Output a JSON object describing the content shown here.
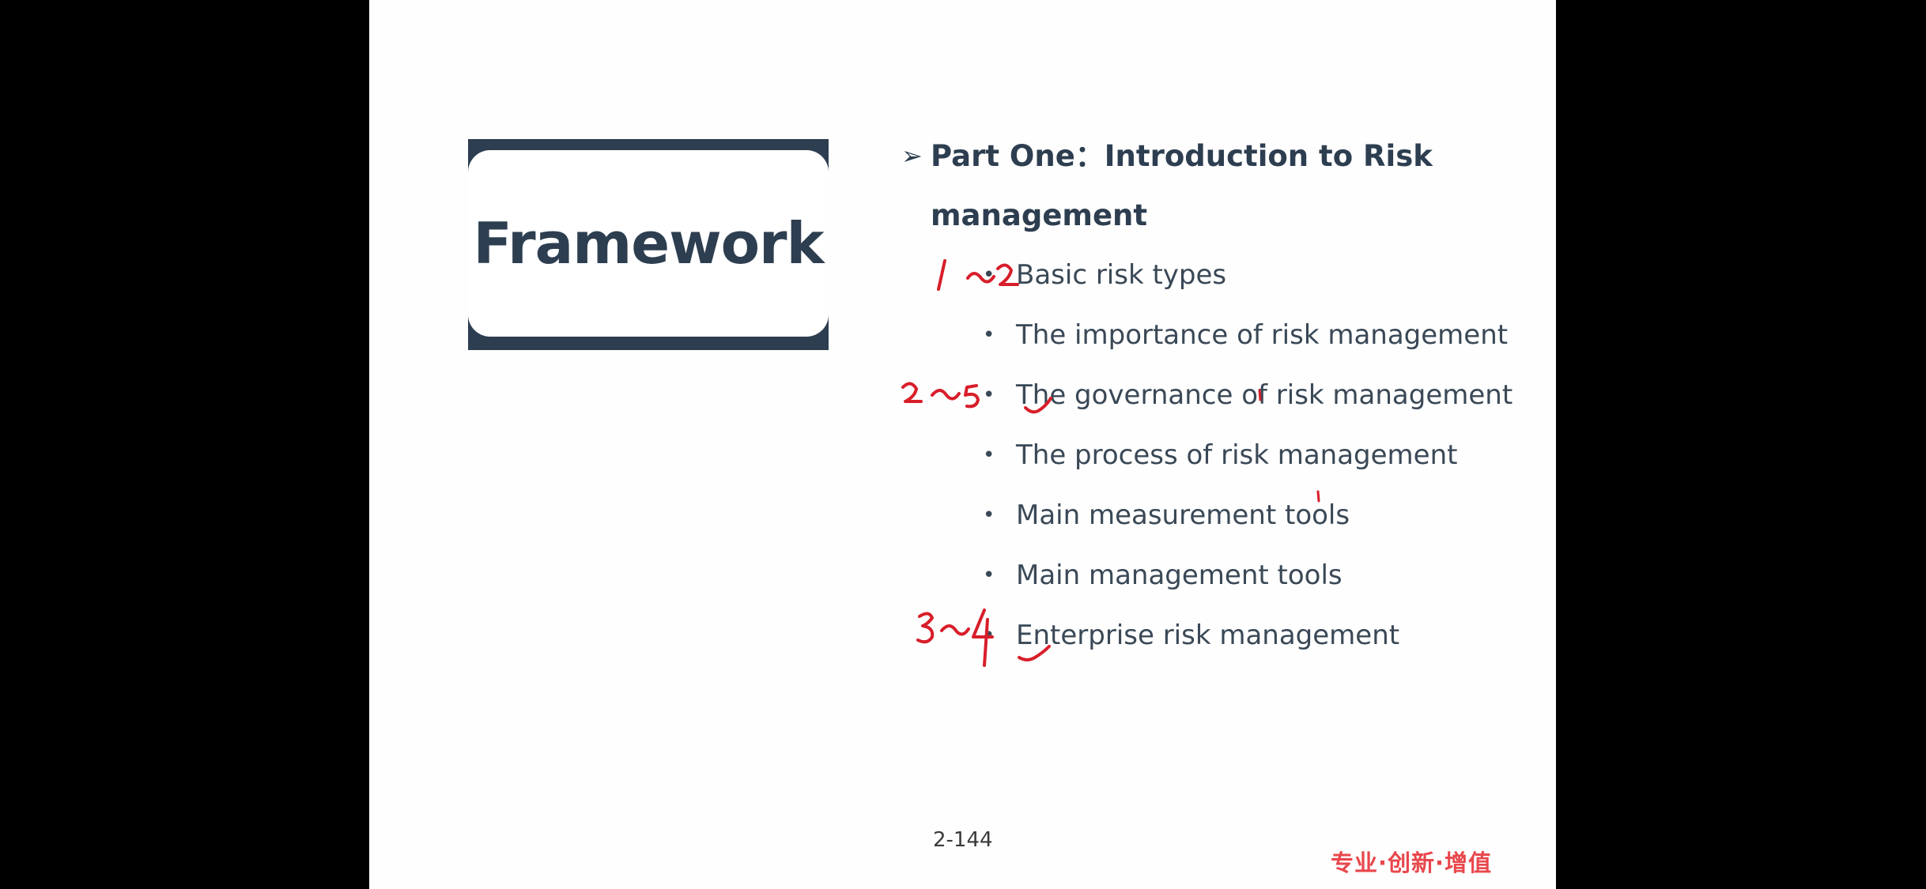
{
  "slide": {
    "framework_title": "Framework",
    "part_heading": "Part One：Introduction to Risk management",
    "part_arrow_glyph": "➢",
    "bullet_glyph": "•",
    "topics": [
      "Basic risk types",
      "The importance of risk management",
      "The governance of risk management",
      "The process of risk management",
      "Main measurement tools",
      "Main management tools",
      "Enterprise risk management"
    ],
    "page_number": "2-144",
    "slogan": "专业·创新·增值"
  },
  "handwritten_annotations": [
    {
      "text": "1~2",
      "next_to_topic": 0
    },
    {
      "text": "2~5",
      "next_to_topic": 2
    },
    {
      "text": "3~4",
      "next_to_topic": 6
    }
  ],
  "colors": {
    "frame_dark": "#2d3e50",
    "body_text": "#3a4856",
    "slogan_red": "#e8474c",
    "ink_red": "#d81e2a"
  }
}
